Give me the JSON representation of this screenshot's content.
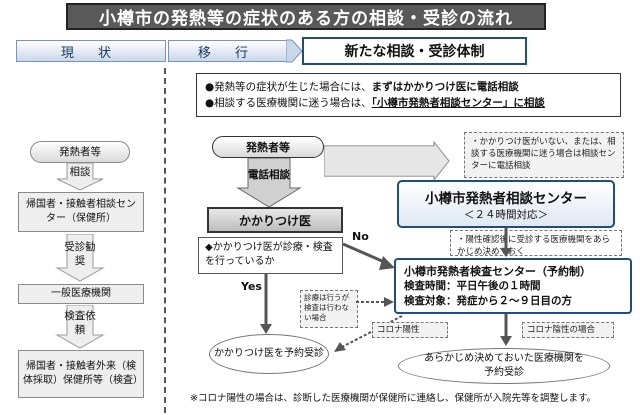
{
  "title": "小樽市の発熱等の症状のある方の相談・受診の流れ",
  "header": {
    "current": "現 状",
    "transition": "移 行",
    "new_system": "新たな相談・受診体制"
  },
  "notes": {
    "line1_prefix": "●発熱等の症状が生じた場合には、",
    "line1_bold": "まずはかかりつけ医に電話相談",
    "line2_prefix": "●相談する医療機関に迷う場合は、",
    "line2_bold": "「小樽市発熱者相談センター」に相談"
  },
  "left_flow": {
    "patient": "発熱者等",
    "consult": "相談",
    "center": "帰国者・接触者相談センター（保健所）",
    "recommend": "受診勧奨",
    "general": "一般医療機関",
    "referral": "検査依頼",
    "outpatient": "帰国者・接触者外来（検体採取）保健所等（検査）"
  },
  "right_flow": {
    "patient": "発熱者等",
    "phone": "電話相談",
    "callout_no_doctor": "・かかりつけ医がいない、または、相談する医療機関に迷う場合は相談センターに電話相談",
    "center_name": "小樽市発熱者相談センター",
    "center_hours": "＜２４時間対応＞",
    "family_doctor": "かかりつけ医",
    "question": "◆かかりつけ医が診療・検査を行っているか",
    "no_label": "No",
    "yes_label": "Yes",
    "callout_positive": "・陽性確認後に受診する医療機関をあらかじめ決めておく",
    "callout_exam_here": "診療は行うが検査は行わない場合",
    "test_center_name": "小樽市発熱者検査センター（予約制）",
    "test_time": "検査時間：平日午後の１時間",
    "test_target": "検査対象：発症から２～９日目の方",
    "positive_left": "コロナ陽性",
    "negative_right": "コロナ陰性の場合",
    "end_family": "かかりつけ医を予約受診",
    "end_preset": "あらかじめ決めておいた医療機関を予約受診",
    "footnote": "※コロナ陽性の場合は、診断した医療機関が保健所に連絡し、保健所が入院先等を調整します。"
  }
}
